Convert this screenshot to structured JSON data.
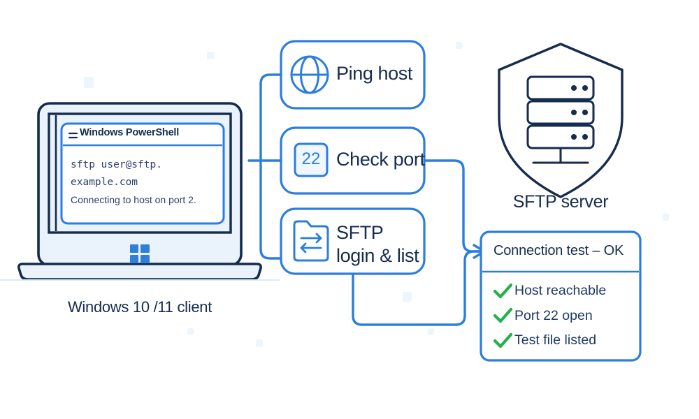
{
  "theme": {
    "accent_blue": "#2b7de0",
    "ink_navy": "#152c4e",
    "screen_fill": "#eaf3fc",
    "check_green": "#22b14c",
    "terminal_text": "#2c3f6b",
    "background": "#ffffff"
  },
  "client": {
    "caption": "Windows 10 /11 client",
    "os_logo_name": "windows-logo",
    "terminal": {
      "menu_icon": "hamburger-icon",
      "title": "Windows PowerShell",
      "lines": [
        "sftp user@sftp.",
        "example.com",
        "Connecting to host on port 2."
      ]
    }
  },
  "steps": [
    {
      "id": "ping",
      "icon": "globe-icon",
      "label": "Ping host",
      "label_lines": [
        "Ping host"
      ]
    },
    {
      "id": "port",
      "icon": "port-number-icon",
      "icon_text": "22",
      "label": "Check port",
      "label_lines": [
        "Check port"
      ]
    },
    {
      "id": "sftp",
      "icon": "folder-transfer-icon",
      "label": "SFTP login & list",
      "label_lines": [
        "SFTP",
        "login & list"
      ]
    }
  ],
  "server": {
    "icon": "shield-server-icon",
    "caption": "SFTP server"
  },
  "result_panel": {
    "title": "Connection test – OK",
    "items": [
      {
        "icon": "check-icon",
        "label": "Host reachable"
      },
      {
        "icon": "check-icon",
        "label": "Port 22 open"
      },
      {
        "icon": "check-icon",
        "label": "Test file listed"
      }
    ]
  }
}
